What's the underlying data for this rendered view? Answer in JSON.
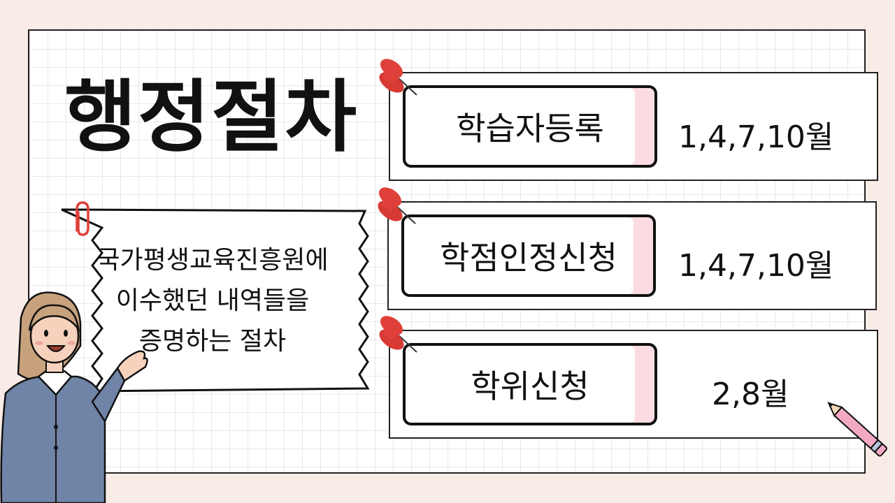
{
  "title": "행정절차",
  "description": {
    "line1": "국가평생교육진흥원에",
    "line2": "이수했던 내역들을",
    "line3": "증명하는 절차"
  },
  "procedures": [
    {
      "label": "학습자등록",
      "months": "1,4,7,10월"
    },
    {
      "label": "학점인정신청",
      "months": "1,4,7,10월"
    },
    {
      "label": "학위신청",
      "months": "2,8월"
    }
  ],
  "colors": {
    "pin": "#e0403a",
    "label_accent": "#fbdce2",
    "paperclip": "#e0403a",
    "jacket": "#6f84a6"
  },
  "icons": [
    "push-pin-icon",
    "paperclip-icon",
    "pencil-icon",
    "woman-illustration"
  ]
}
